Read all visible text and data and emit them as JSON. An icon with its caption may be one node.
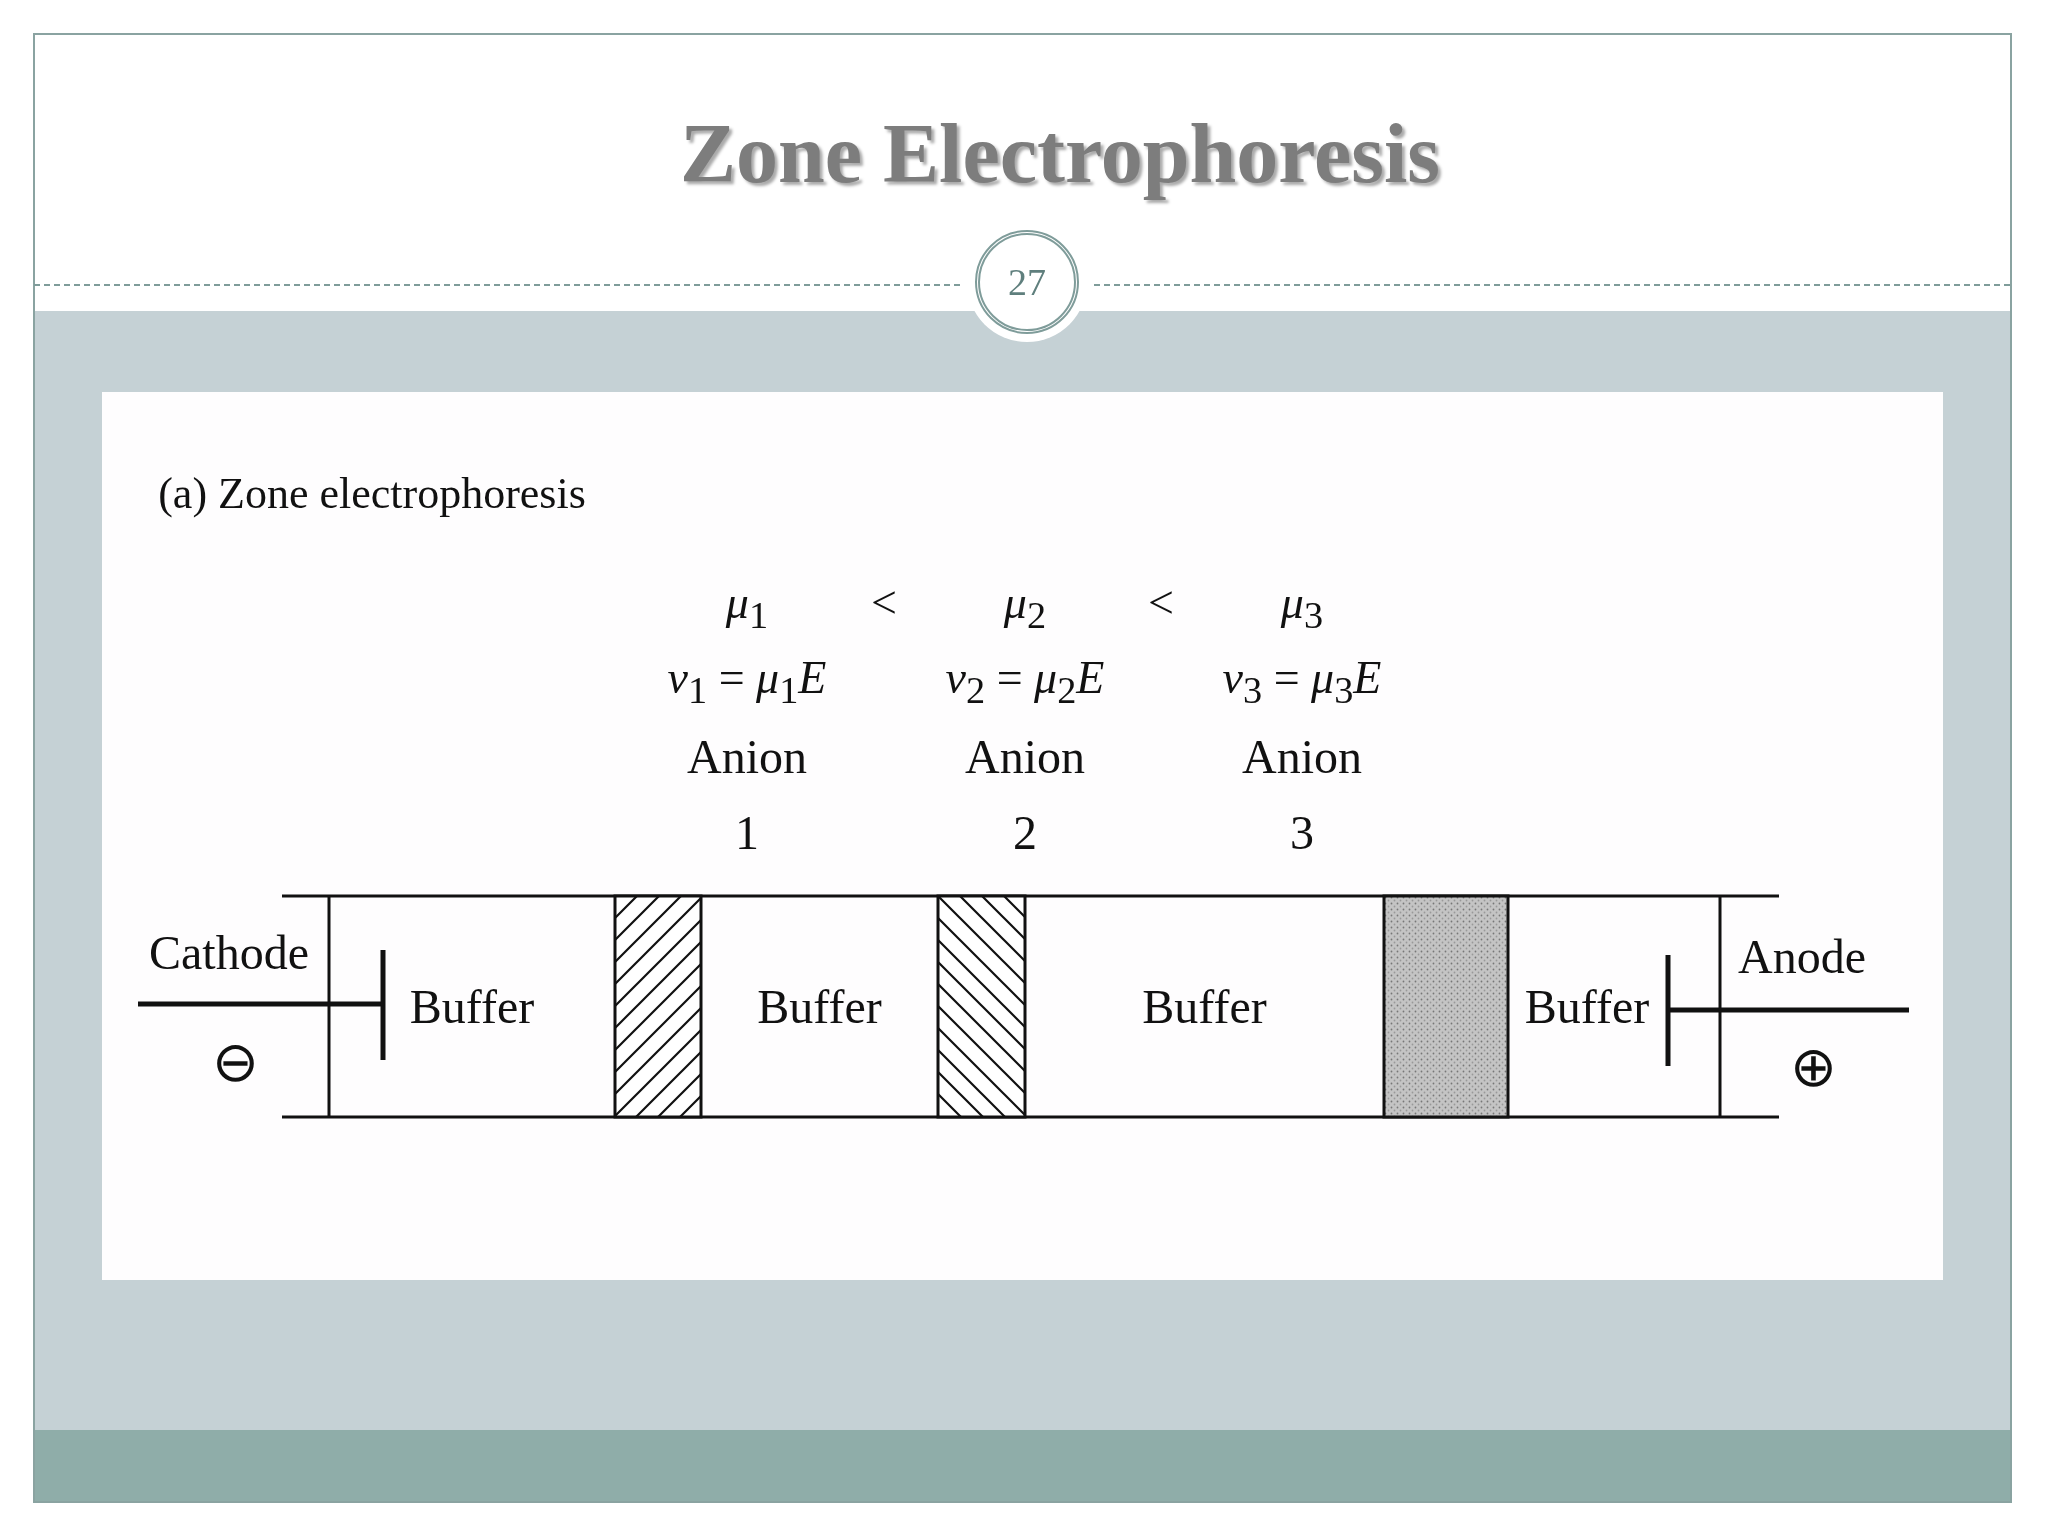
{
  "diagram": {
    "title": "Zone Electrophoresis",
    "nodes": [
      {
        "text": [
          "27"
        ]
      },
      {
        "text": [
          "Buffer"
        ]
      },
      {
        "text": [],
        "shape": "bar"
      },
      {
        "text": [
          "Buffer"
        ]
      },
      {
        "text": [],
        "shape": "bar"
      },
      {
        "text": [
          "Buffer"
        ]
      },
      {
        "text": [],
        "shape": "bar"
      },
      {
        "text": [
          "Buffer"
        ]
      }
    ],
    "edges": [],
    "labels": [
      "(a) Zone electrophoresis",
      "*μ*$_{1}$",
      "<",
      "*μ*$_{2}$",
      "<",
      "*μ*$_{3}$",
      "*v*$_{1}$ = *μ*$_{1}$*E*",
      "*v*$_{2}$ = *μ*$_{2}$*E*",
      "*v*$_{3}$ = *μ*$_{3}$*E*",
      "Anion",
      "Anion",
      "Anion",
      "1",
      "2",
      "3",
      "Cathode",
      "Anode",
      "⊖",
      "⊕"
    ]
  }
}
